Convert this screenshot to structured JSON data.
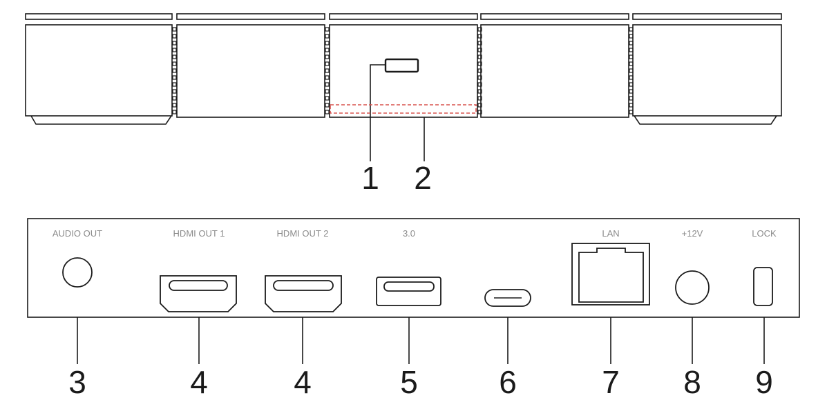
{
  "top_view": {
    "callouts": [
      {
        "number": "1"
      },
      {
        "number": "2"
      }
    ]
  },
  "back_panel": {
    "ports": [
      {
        "label": "AUDIO OUT",
        "number": "3",
        "icon": "audio-jack-icon"
      },
      {
        "label": "HDMI OUT 1",
        "number": "4",
        "icon": "hdmi-port-icon"
      },
      {
        "label": "HDMI OUT 2",
        "number": "4",
        "icon": "hdmi-port-icon"
      },
      {
        "label": "3.0",
        "number": "5",
        "icon": "usb-a-port-icon"
      },
      {
        "label": "",
        "number": "6",
        "icon": "usb-c-port-icon"
      },
      {
        "label": "LAN",
        "number": "7",
        "icon": "ethernet-port-icon"
      },
      {
        "label": "+12V",
        "number": "8",
        "icon": "dc-power-jack-icon"
      },
      {
        "label": "LOCK",
        "number": "9",
        "icon": "lock-slot-icon"
      }
    ]
  },
  "colors": {
    "line": "#1a1a1a",
    "label": "#8a8a8a",
    "indicator_dash": "#d9534f"
  }
}
